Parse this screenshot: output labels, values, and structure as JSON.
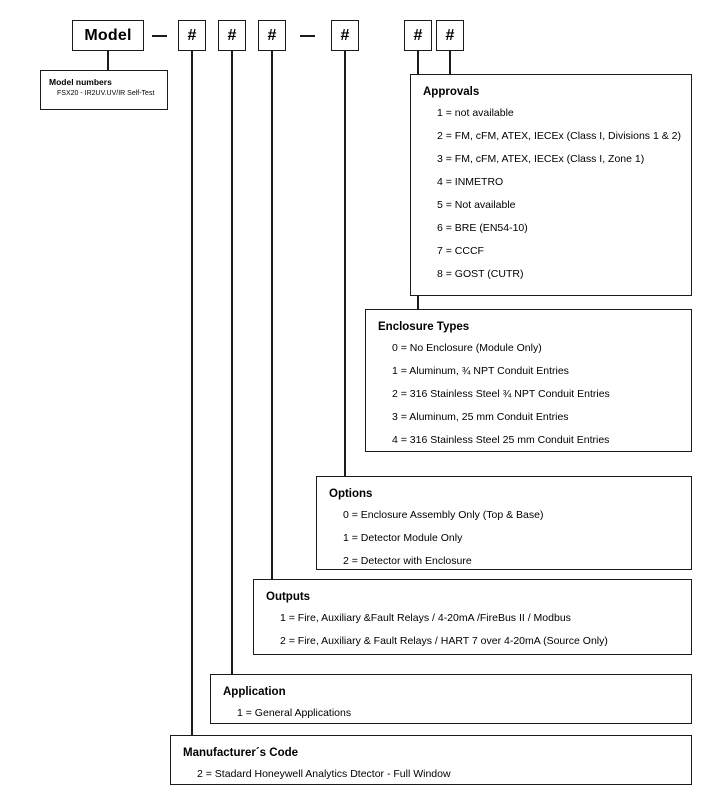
{
  "code_string": {
    "model_label": "Model",
    "hash_label": "#",
    "dash_label": "—",
    "positions": [
      "#",
      "#",
      "#",
      "#",
      "#",
      "#"
    ]
  },
  "model_numbers": {
    "title": "Model numbers",
    "value": "FSX20 - IR2UV.UV/IR Self-Test"
  },
  "approvals": {
    "title": "Approvals",
    "options": [
      "1 = not available",
      "2 = FM, cFM, ATEX, IECEx (Class I, Divisions 1 & 2)",
      "3 = FM, cFM, ATEX, IECEx (Class I, Zone 1)",
      "4 = INMETRO",
      "5 = Not available",
      "6 = BRE (EN54-10)",
      "7 = CCCF",
      "8 = GOST (CUTR)"
    ]
  },
  "enclosure_types": {
    "title": "Enclosure Types",
    "options": [
      "0 = No Enclosure (Module Only)",
      "1 = Aluminum, ¾ NPT Conduit Entries",
      "2 = 316 Stainless Steel ¾ NPT Conduit Entries",
      "3 = Aluminum, 25 mm Conduit Entries",
      "4 = 316 Stainless Steel 25 mm Conduit Entries"
    ]
  },
  "options_box": {
    "title": "Options",
    "options": [
      "0 = Enclosure Assembly Only (Top & Base)",
      "1 = Detector Module Only",
      "2 = Detector with Enclosure"
    ]
  },
  "outputs": {
    "title": "Outputs",
    "options": [
      "1 = Fire, Auxiliary &Fault Relays / 4-20mA /FireBus II / Modbus",
      "2 = Fire, Auxiliary & Fault Relays / HART 7 over 4-20mA (Source Only)"
    ]
  },
  "application": {
    "title": "Application",
    "options": [
      "1 = General Applications"
    ]
  },
  "manufacturers_code": {
    "title": "Manufacturer´s Code",
    "options": [
      "2 = Stadard Honeywell Analytics Dtector - Full Window"
    ]
  },
  "colors": {
    "line": "#1b1b1b",
    "background": "#ffffff",
    "text": "#000000"
  }
}
